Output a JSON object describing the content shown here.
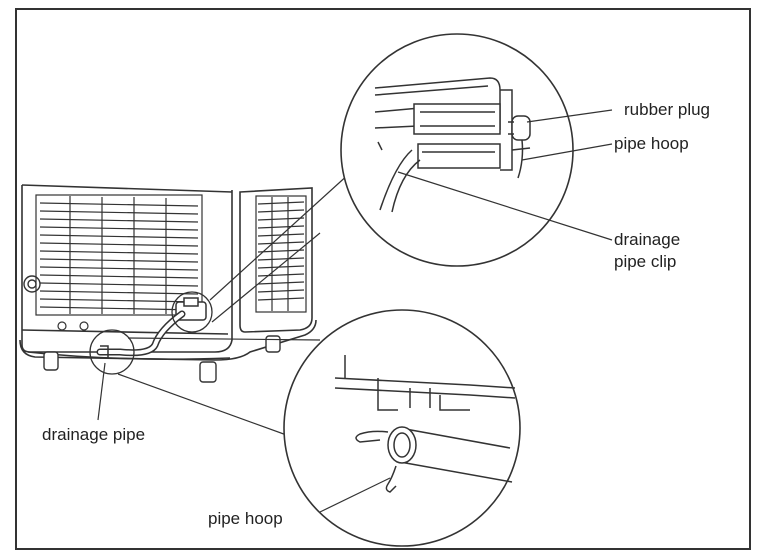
{
  "labels": {
    "rubber_plug": "rubber plug",
    "pipe_hoop_top": "pipe hoop",
    "drainage_pipe_clip_line1": "drainage",
    "drainage_pipe_clip_line2": "pipe clip",
    "drainage_pipe": "drainage pipe",
    "pipe_hoop_bottom": "pipe hoop"
  },
  "colors": {
    "ink": "#222222",
    "paper": "#ffffff"
  }
}
